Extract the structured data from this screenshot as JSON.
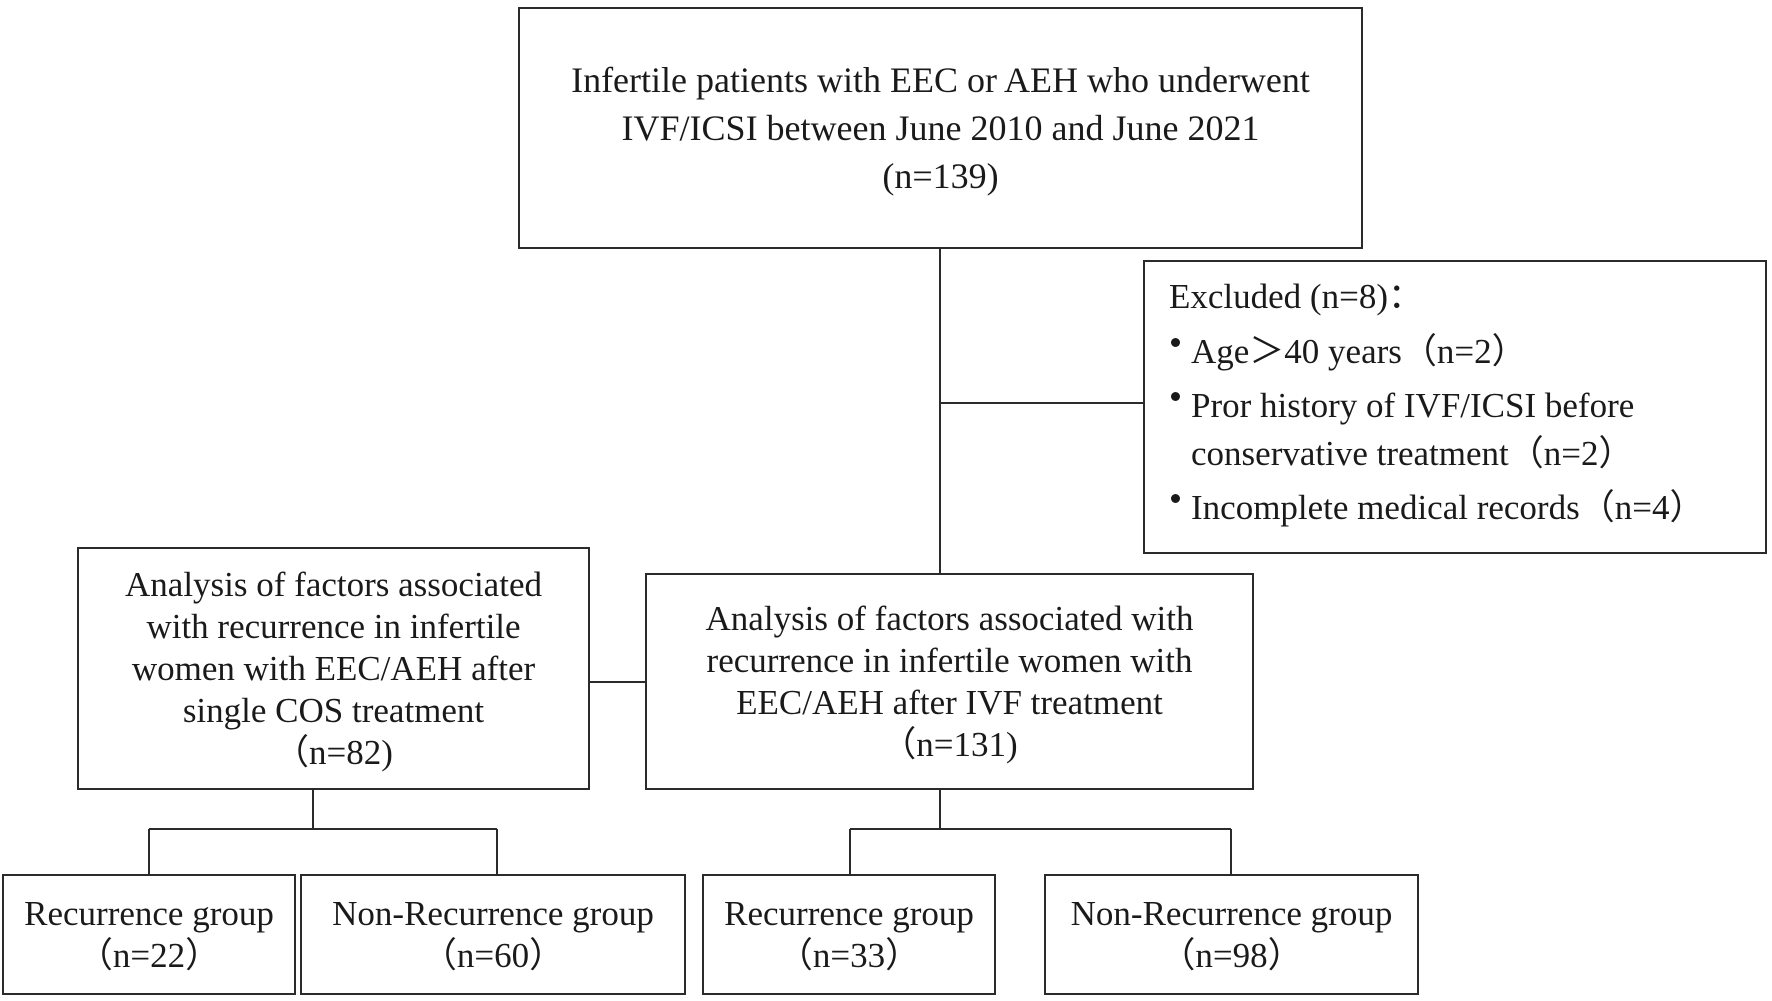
{
  "top": {
    "lines": [
      "Infertile patients with EEC or AEH who underwent",
      "IVF/ICSI between June 2010 and June 2021",
      "(n=139)"
    ]
  },
  "excluded": {
    "title": "Excluded (n=8)：",
    "items": [
      {
        "text": "Age＞40 years（n=2）"
      },
      {
        "text": "Pror history of IVF/ICSI before",
        "cont": "conservative treatment（n=2）"
      },
      {
        "text": "Incomplete medical records（n=4）"
      }
    ]
  },
  "cos": {
    "lines": [
      "Analysis of factors associated",
      "with recurrence in infertile",
      "women with EEC/AEH after",
      "single COS treatment",
      "（n=82)"
    ]
  },
  "ivf": {
    "lines": [
      "Analysis of factors associated with",
      "recurrence in infertile women with",
      "EEC/AEH after IVF treatment",
      "（n=131)"
    ]
  },
  "cos_recurrence": {
    "label": "Recurrence group",
    "n": "（n=22）"
  },
  "cos_nonrecurrence": {
    "label": "Non-Recurrence group",
    "n": "（n=60）"
  },
  "ivf_recurrence": {
    "label": "Recurrence group",
    "n": "（n=33）"
  },
  "ivf_nonrecurrence": {
    "label": "Non-Recurrence group",
    "n": "（n=98）"
  }
}
